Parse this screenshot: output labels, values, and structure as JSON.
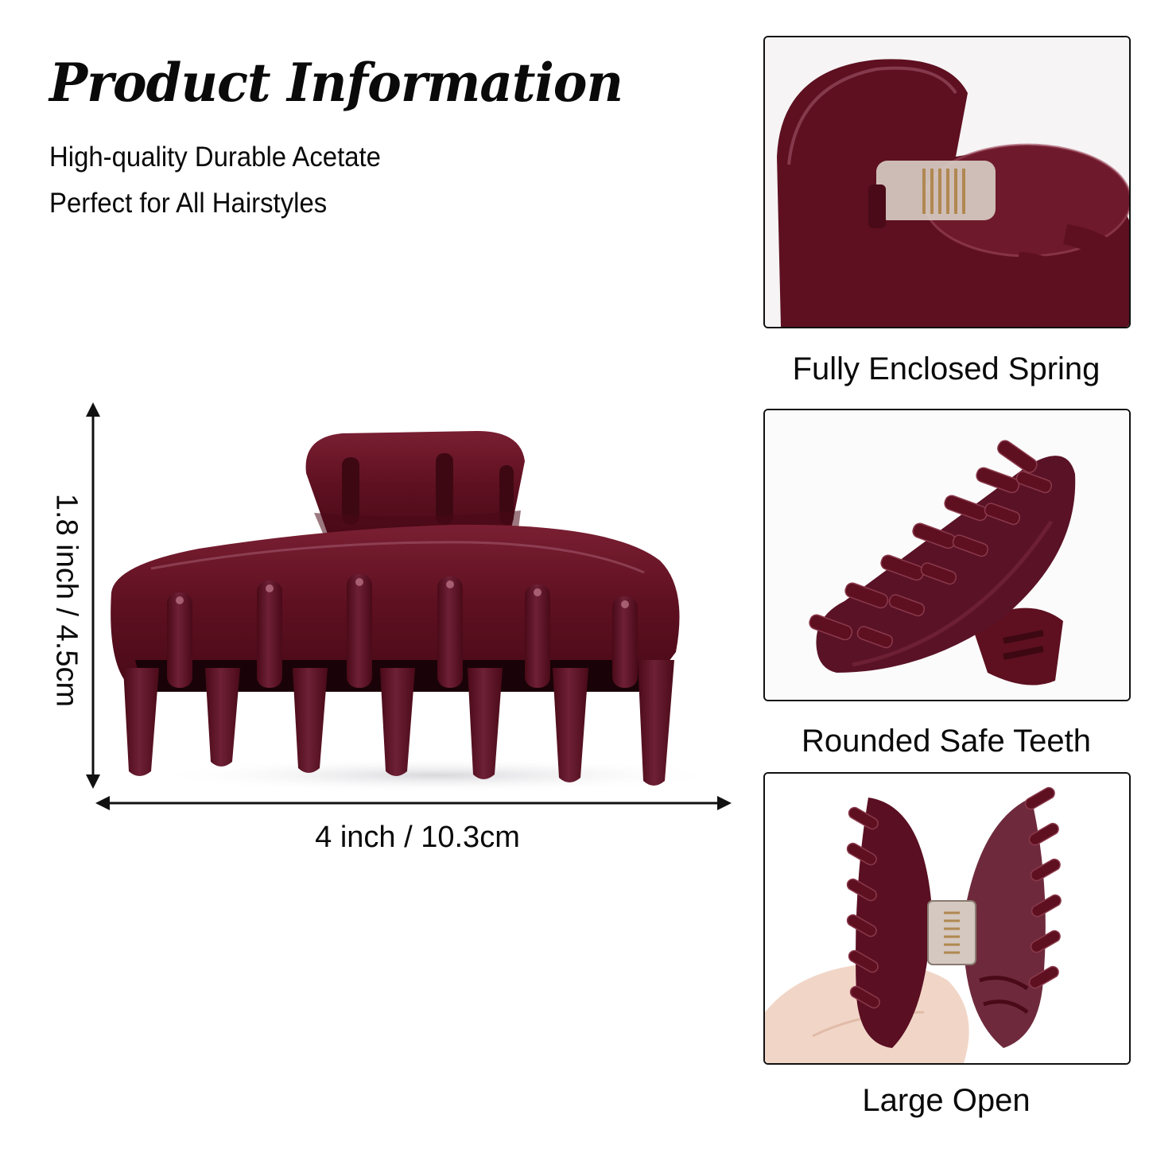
{
  "header": {
    "title": "Product Information",
    "features": [
      "High-quality Durable Acetate",
      "Perfect for All Hairstyles"
    ]
  },
  "main_product": {
    "image_label": "burgundy-claw-hair-clip",
    "color": "#5e1020",
    "height_label": "1.8 inch  / 4.5cm",
    "width_label": "4 inch / 10.3cm"
  },
  "panels": [
    {
      "caption": "Fully Enclosed Spring",
      "image_label": "spring-closeup"
    },
    {
      "caption": "Rounded Safe Teeth",
      "image_label": "teeth-side-view"
    },
    {
      "caption": "Large Open",
      "image_label": "clip-opened-in-hand"
    }
  ],
  "colors": {
    "burgundy": "#5e1020",
    "burgundy_dark": "#3d0812",
    "burgundy_highlight": "#8a3a4c",
    "text": "#0a0a0a",
    "border": "#111111"
  }
}
